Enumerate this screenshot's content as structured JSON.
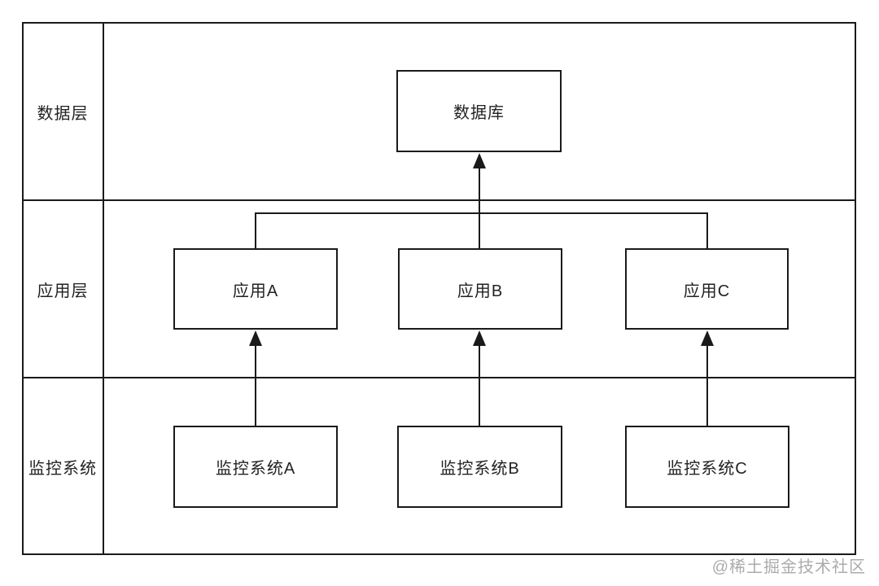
{
  "diagram": {
    "title": "layered-monitoring-architecture",
    "lanes": [
      {
        "id": "data-layer",
        "label": "数据层"
      },
      {
        "id": "app-layer",
        "label": "应用层"
      },
      {
        "id": "monitor-layer",
        "label": "监控系统"
      }
    ],
    "nodes": {
      "database": {
        "label": "数据库",
        "lane": "数据层"
      },
      "app_a": {
        "label": "应用A",
        "lane": "应用层"
      },
      "app_b": {
        "label": "应用B",
        "lane": "应用层"
      },
      "app_c": {
        "label": "应用C",
        "lane": "应用层"
      },
      "monitor_a": {
        "label": "监控系统A",
        "lane": "监控系统"
      },
      "monitor_b": {
        "label": "监控系统B",
        "lane": "监控系统"
      },
      "monitor_c": {
        "label": "监控系统C",
        "lane": "监控系统"
      }
    },
    "edges": [
      {
        "from": "监控系统A",
        "to": "应用A",
        "type": "arrow-up"
      },
      {
        "from": "监控系统B",
        "to": "应用B",
        "type": "arrow-up"
      },
      {
        "from": "监控系统C",
        "to": "应用C",
        "type": "arrow-up"
      },
      {
        "from": "应用A",
        "to": "数据库",
        "type": "arrow-up-via-bus"
      },
      {
        "from": "应用B",
        "to": "数据库",
        "type": "arrow-up-via-bus"
      },
      {
        "from": "应用C",
        "to": "数据库",
        "type": "arrow-up-via-bus"
      }
    ]
  },
  "watermark": {
    "text": "@稀土掘金技术社区"
  },
  "colors": {
    "line": "#1a1a1a",
    "text": "#222222",
    "background": "#ffffff",
    "watermark": "#a3a3a3"
  }
}
